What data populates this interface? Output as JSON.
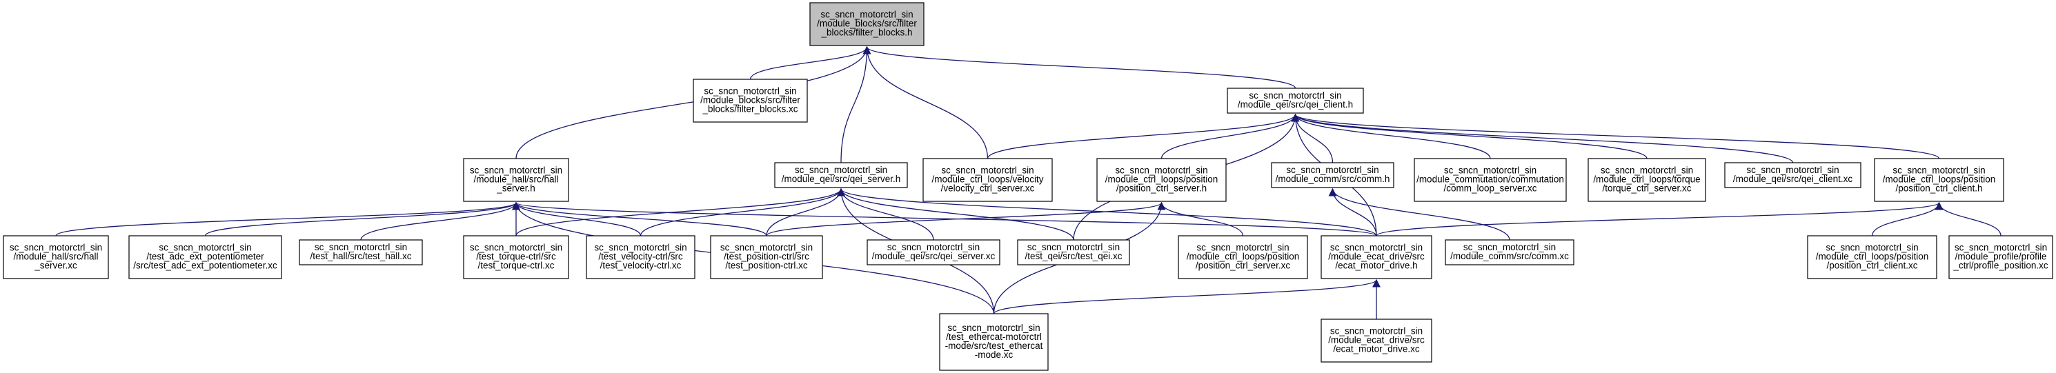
{
  "colors": {
    "edge": "#191970",
    "root_fill": "#bfbfbf",
    "node_fill": "#ffffff",
    "border": "#000000"
  },
  "nodes": [
    {
      "id": "filter_blocks_h",
      "lines": [
        "sc_sncn_motorctrl_sin",
        "/module_blocks/src/filter",
        "_blocks/filter_blocks.h"
      ],
      "root": true
    },
    {
      "id": "filter_blocks_xc",
      "lines": [
        "sc_sncn_motorctrl_sin",
        "/module_blocks/src/filter",
        "_blocks/filter_blocks.xc"
      ]
    },
    {
      "id": "qei_client_h",
      "lines": [
        "sc_sncn_motorctrl_sin",
        "/module_qei/src/qei_client.h"
      ]
    },
    {
      "id": "hall_server_h",
      "lines": [
        "sc_sncn_motorctrl_sin",
        "/module_hall/src/hall",
        "_server.h"
      ]
    },
    {
      "id": "qei_server_h",
      "lines": [
        "sc_sncn_motorctrl_sin",
        "/module_qei/src/qei_server.h"
      ]
    },
    {
      "id": "velocity_ctrl_server_xc",
      "lines": [
        "sc_sncn_motorctrl_sin",
        "/module_ctrl_loops/velocity",
        "/velocity_ctrl_server.xc"
      ]
    },
    {
      "id": "position_ctrl_server_h",
      "lines": [
        "sc_sncn_motorctrl_sin",
        "/module_ctrl_loops/position",
        "/position_ctrl_server.h"
      ]
    },
    {
      "id": "comm_h",
      "lines": [
        "sc_sncn_motorctrl_sin",
        "/module_comm/src/comm.h"
      ]
    },
    {
      "id": "comm_loop_server_xc",
      "lines": [
        "sc_sncn_motorctrl_sin",
        "/module_commutation/commutation",
        "/comm_loop_server.xc"
      ]
    },
    {
      "id": "torque_ctrl_server_xc",
      "lines": [
        "sc_sncn_motorctrl_sin",
        "/module_ctrl_loops/torque",
        "/torque_ctrl_server.xc"
      ]
    },
    {
      "id": "qei_client_xc",
      "lines": [
        "sc_sncn_motorctrl_sin",
        "/module_qei/src/qei_client.xc"
      ]
    },
    {
      "id": "position_ctrl_client_h",
      "lines": [
        "sc_sncn_motorctrl_sin",
        "/module_ctrl_loops/position",
        "/position_ctrl_client.h"
      ]
    },
    {
      "id": "hall_server_xc",
      "lines": [
        "sc_sncn_motorctrl_sin",
        "/module_hall/src/hall",
        "_server.xc"
      ]
    },
    {
      "id": "test_adc_ext_potentiometer_xc",
      "lines": [
        "sc_sncn_motorctrl_sin",
        "/test_adc_ext_potentiometer",
        "/src/test_adc_ext_potentiometer.xc"
      ]
    },
    {
      "id": "test_hall_xc",
      "lines": [
        "sc_sncn_motorctrl_sin",
        "/test_hall/src/test_hall.xc"
      ]
    },
    {
      "id": "test_torque_ctrl_xc",
      "lines": [
        "sc_sncn_motorctrl_sin",
        "/test_torque-ctrl/src",
        "/test_torque-ctrl.xc"
      ]
    },
    {
      "id": "test_velocity_ctrl_xc",
      "lines": [
        "sc_sncn_motorctrl_sin",
        "/test_velocity-ctrl/src",
        "/test_velocity-ctrl.xc"
      ]
    },
    {
      "id": "test_position_ctrl_xc",
      "lines": [
        "sc_sncn_motorctrl_sin",
        "/test_position-ctrl/src",
        "/test_position-ctrl.xc"
      ]
    },
    {
      "id": "qei_server_xc",
      "lines": [
        "sc_sncn_motorctrl_sin",
        "/module_qei/src/qei_server.xc"
      ]
    },
    {
      "id": "test_qei_xc",
      "lines": [
        "sc_sncn_motorctrl_sin",
        "/test_qei/src/test_qei.xc"
      ]
    },
    {
      "id": "position_ctrl_server_xc",
      "lines": [
        "sc_sncn_motorctrl_sin",
        "/module_ctrl_loops/position",
        "/position_ctrl_server.xc"
      ]
    },
    {
      "id": "ecat_motor_drive_h",
      "lines": [
        "sc_sncn_motorctrl_sin",
        "/module_ecat_drive/src",
        "/ecat_motor_drive.h"
      ]
    },
    {
      "id": "comm_xc",
      "lines": [
        "sc_sncn_motorctrl_sin",
        "/module_comm/src/comm.xc"
      ]
    },
    {
      "id": "position_ctrl_client_xc",
      "lines": [
        "sc_sncn_motorctrl_sin",
        "/module_ctrl_loops/position",
        "/position_ctrl_client.xc"
      ]
    },
    {
      "id": "profile_position_xc",
      "lines": [
        "sc_sncn_motorctrl_sin",
        "/module_profile/profile",
        "_ctrl/profile_position.xc"
      ]
    },
    {
      "id": "test_ethercat_mode_xc",
      "lines": [
        "sc_sncn_motorctrl_sin",
        "/test_ethercat-motorctrl",
        "-mode/src/test_ethercat",
        "-mode.xc"
      ]
    },
    {
      "id": "ecat_motor_drive_xc",
      "lines": [
        "sc_sncn_motorctrl_sin",
        "/module_ecat_drive/src",
        "/ecat_motor_drive.xc"
      ]
    }
  ],
  "edges": [
    [
      "filter_blocks_xc",
      "filter_blocks_h"
    ],
    [
      "qei_client_h",
      "filter_blocks_h"
    ],
    [
      "hall_server_h",
      "filter_blocks_h"
    ],
    [
      "qei_server_h",
      "filter_blocks_h"
    ],
    [
      "velocity_ctrl_server_xc",
      "filter_blocks_h"
    ],
    [
      "velocity_ctrl_server_xc",
      "qei_client_h"
    ],
    [
      "position_ctrl_server_h",
      "qei_client_h"
    ],
    [
      "comm_h",
      "qei_client_h"
    ],
    [
      "comm_loop_server_xc",
      "qei_client_h"
    ],
    [
      "torque_ctrl_server_xc",
      "qei_client_h"
    ],
    [
      "qei_client_xc",
      "qei_client_h"
    ],
    [
      "position_ctrl_client_h",
      "qei_client_h"
    ],
    [
      "test_qei_xc",
      "qei_client_h"
    ],
    [
      "ecat_motor_drive_h",
      "qei_client_h"
    ],
    [
      "hall_server_xc",
      "hall_server_h"
    ],
    [
      "test_adc_ext_potentiometer_xc",
      "hall_server_h"
    ],
    [
      "test_hall_xc",
      "hall_server_h"
    ],
    [
      "test_torque_ctrl_xc",
      "hall_server_h"
    ],
    [
      "test_velocity_ctrl_xc",
      "hall_server_h"
    ],
    [
      "test_position_ctrl_xc",
      "hall_server_h"
    ],
    [
      "ecat_motor_drive_h",
      "hall_server_h"
    ],
    [
      "test_ethercat_mode_xc",
      "hall_server_h"
    ],
    [
      "test_torque_ctrl_xc",
      "qei_server_h"
    ],
    [
      "test_velocity_ctrl_xc",
      "qei_server_h"
    ],
    [
      "test_position_ctrl_xc",
      "qei_server_h"
    ],
    [
      "qei_server_xc",
      "qei_server_h"
    ],
    [
      "test_qei_xc",
      "qei_server_h"
    ],
    [
      "ecat_motor_drive_h",
      "qei_server_h"
    ],
    [
      "test_ethercat_mode_xc",
      "qei_server_h"
    ],
    [
      "position_ctrl_server_xc",
      "position_ctrl_server_h"
    ],
    [
      "test_position_ctrl_xc",
      "position_ctrl_server_h"
    ],
    [
      "test_ethercat_mode_xc",
      "position_ctrl_server_h"
    ],
    [
      "ecat_motor_drive_h",
      "comm_h"
    ],
    [
      "comm_xc",
      "comm_h"
    ],
    [
      "ecat_motor_drive_h",
      "position_ctrl_client_h"
    ],
    [
      "position_ctrl_client_xc",
      "position_ctrl_client_h"
    ],
    [
      "profile_position_xc",
      "position_ctrl_client_h"
    ],
    [
      "test_ethercat_mode_xc",
      "ecat_motor_drive_h"
    ],
    [
      "ecat_motor_drive_xc",
      "ecat_motor_drive_h"
    ]
  ]
}
